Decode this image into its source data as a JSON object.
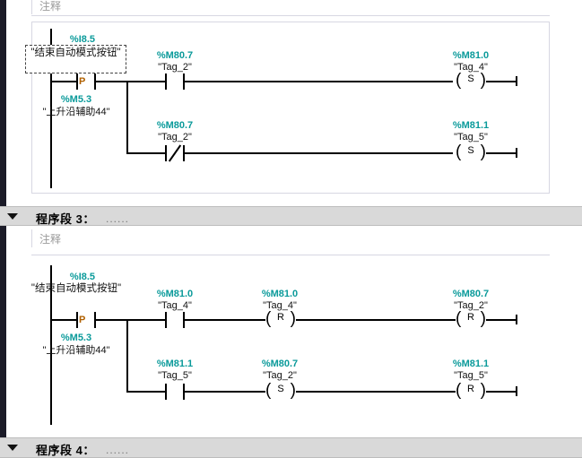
{
  "meta": {
    "application": "TIA Portal LAD editor",
    "comment_placeholder": "注释"
  },
  "networks": [
    {
      "id": "network-2-partial",
      "comment": "注释",
      "selected_operand": "\"结束自动模式按钮\"",
      "branch_a": {
        "addr": "%I8.5",
        "tag": "\"结束自动模式按钮\"",
        "contact": "P",
        "alt_addr": "%M5.3",
        "alt_tag": "\"上升沿辅助44\""
      },
      "rows": [
        {
          "contact": {
            "addr": "%M80.7",
            "tag": "\"Tag_2\"",
            "type": "NO"
          },
          "coil": {
            "addr": "%M81.0",
            "tag": "\"Tag_4\"",
            "type": "S"
          }
        },
        {
          "contact": {
            "addr": "%M80.7",
            "tag": "\"Tag_2\"",
            "type": "NC"
          },
          "coil": {
            "addr": "%M81.1",
            "tag": "\"Tag_5\"",
            "type": "S"
          }
        }
      ]
    },
    {
      "id": "network-3",
      "header_title": "程序段 3：",
      "header_dots": "......",
      "comment": "注释",
      "branch_a": {
        "addr": "%I8.5",
        "tag": "\"结束自动模式按钮\"",
        "contact": "P",
        "alt_addr": "%M5.3",
        "alt_tag": "\"上升沿辅助44\""
      },
      "rows": [
        {
          "contact": {
            "addr": "%M81.0",
            "tag": "\"Tag_4\"",
            "type": "NO"
          },
          "mid_coil": {
            "addr": "%M81.0",
            "tag": "\"Tag_4\"",
            "type": "R"
          },
          "coil": {
            "addr": "%M80.7",
            "tag": "\"Tag_2\"",
            "type": "R"
          }
        },
        {
          "contact": {
            "addr": "%M81.1",
            "tag": "\"Tag_5\"",
            "type": "NO"
          },
          "mid_coil": {
            "addr": "%M80.7",
            "tag": "\"Tag_2\"",
            "type": "S"
          },
          "coil": {
            "addr": "%M81.1",
            "tag": "\"Tag_5\"",
            "type": "R"
          }
        }
      ]
    },
    {
      "id": "network-4",
      "header_title": "程序段 4：",
      "header_dots": "......"
    }
  ],
  "colors": {
    "address": "#0a9a9a",
    "header_bar": "#d9d9d9",
    "frame_border": "#d7d7e2",
    "gutter": "#1b1b28",
    "edge_letter": "#b06000"
  }
}
